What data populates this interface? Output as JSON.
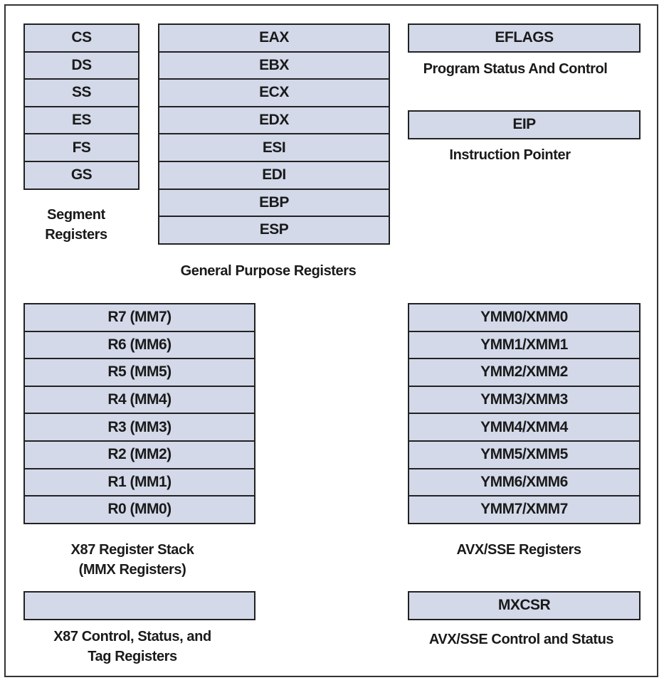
{
  "segment": {
    "registers": [
      "CS",
      "DS",
      "SS",
      "ES",
      "FS",
      "GS"
    ],
    "caption_lines": [
      "Segment",
      "Registers"
    ]
  },
  "general_purpose": {
    "registers": [
      "EAX",
      "EBX",
      "ECX",
      "EDX",
      "ESI",
      "EDI",
      "EBP",
      "ESP"
    ],
    "caption": "General Purpose Registers"
  },
  "eflags": {
    "register": "EFLAGS",
    "caption": "Program Status And Control"
  },
  "eip": {
    "register": "EIP",
    "caption": "Instruction Pointer"
  },
  "x87": {
    "registers": [
      "R7 (MM7)",
      "R6 (MM6)",
      "R5 (MM5)",
      "R4 (MM4)",
      "R3 (MM3)",
      "R2 (MM2)",
      "R1 (MM1)",
      "R0 (MM0)"
    ],
    "caption_lines": [
      "X87 Register Stack",
      "(MMX Registers)"
    ]
  },
  "avx": {
    "registers": [
      "YMM0/XMM0",
      "YMM1/XMM1",
      "YMM2/XMM2",
      "YMM3/XMM3",
      "YMM4/XMM4",
      "YMM5/XMM5",
      "YMM6/XMM6",
      "YMM7/XMM7"
    ],
    "caption": "AVX/SSE Registers"
  },
  "x87_control": {
    "register": "",
    "caption_lines": [
      "X87 Control, Status, and",
      "Tag Registers"
    ]
  },
  "mxcsr": {
    "register": "MXCSR",
    "caption": "AVX/SSE Control and Status"
  }
}
